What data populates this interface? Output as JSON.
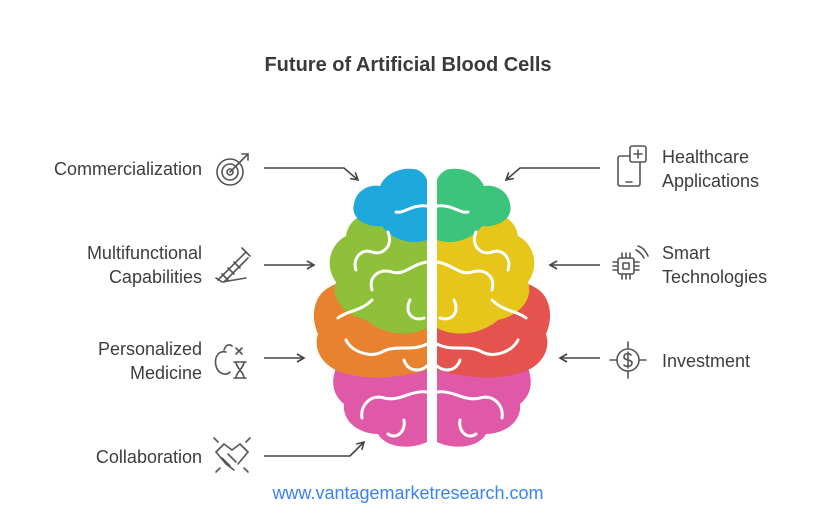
{
  "title": "Future of Artificial Blood Cells",
  "left_items": [
    {
      "lines": [
        "Commercialization"
      ],
      "icon": "target-icon"
    },
    {
      "lines": [
        "Multifunctional",
        "Capabilities"
      ],
      "icon": "syringe-icon"
    },
    {
      "lines": [
        "Personalized",
        "Medicine"
      ],
      "icon": "apple-hourglass-icon"
    },
    {
      "lines": [
        "Collaboration"
      ],
      "icon": "handshake-icon"
    }
  ],
  "right_items": [
    {
      "lines": [
        "Healthcare",
        "Applications"
      ],
      "icon": "medical-tablet-icon"
    },
    {
      "lines": [
        "Smart",
        "Technologies"
      ],
      "icon": "smart-chip-icon"
    },
    {
      "lines": [
        "Investment"
      ],
      "icon": "dollar-target-icon"
    }
  ],
  "footer": "www.vantagemarketresearch.com",
  "colors": {
    "blue": "#1ea8dc",
    "green": "#3cc47c",
    "olive": "#8fc03a",
    "yellow": "#e6c61a",
    "orange": "#e9822f",
    "red": "#e4534e",
    "pink": "#e059a8",
    "arrow": "#444444"
  }
}
